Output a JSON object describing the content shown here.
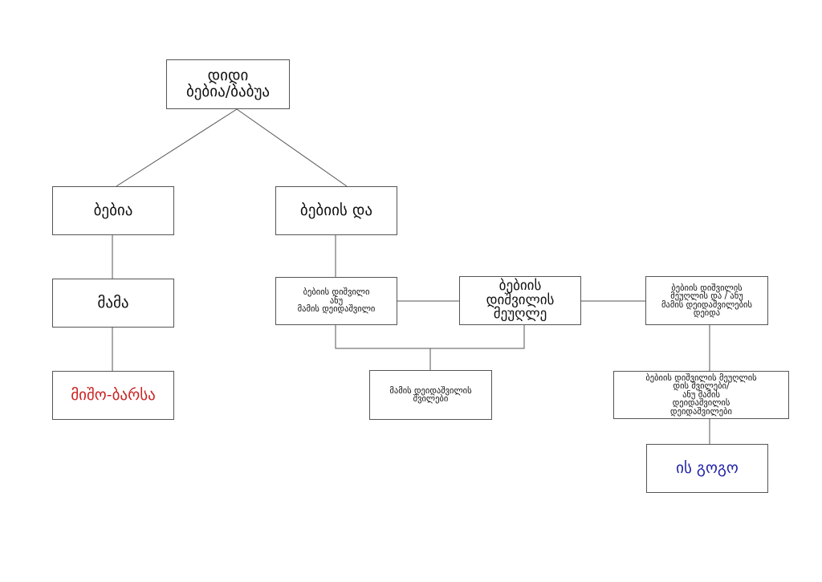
{
  "nodes": {
    "root": {
      "lines": [
        "დიდი",
        "ბებია/ბაბუა"
      ]
    },
    "grandma": {
      "lines": [
        "ბებია"
      ]
    },
    "grandma_sister": {
      "lines": [
        "ბებიის და"
      ]
    },
    "father": {
      "lines": [
        "მამა"
      ]
    },
    "miho": {
      "lines": [
        "მიშო-ბარსა"
      ],
      "color": "#cc2222"
    },
    "cousin": {
      "lines": [
        "ბებიის დიშვილი",
        "ანუ",
        "მამის დეიდაშვილი"
      ]
    },
    "cousin_spouse": {
      "lines": [
        "ბებიის",
        "დიშვილის",
        "მეუღლე"
      ]
    },
    "spouse_sister": {
      "lines": [
        "ბებიის დიშვილის",
        "მეუღლის და / ანუ",
        "მამის დეიდაშვილების",
        "დეიდა"
      ]
    },
    "cousin_children": {
      "lines": [
        "მამის დეიდაშვილის",
        "შვილები"
      ]
    },
    "spouse_sister_children": {
      "lines": [
        "ბებიის დიშვილის მეუღლის",
        "დის შვილები/",
        "ანუ მამის",
        "დეიდაშვილის",
        "დეიდაშვილები"
      ]
    },
    "gogo": {
      "lines": [
        "ის გოგო"
      ],
      "color": "#2222aa"
    }
  }
}
